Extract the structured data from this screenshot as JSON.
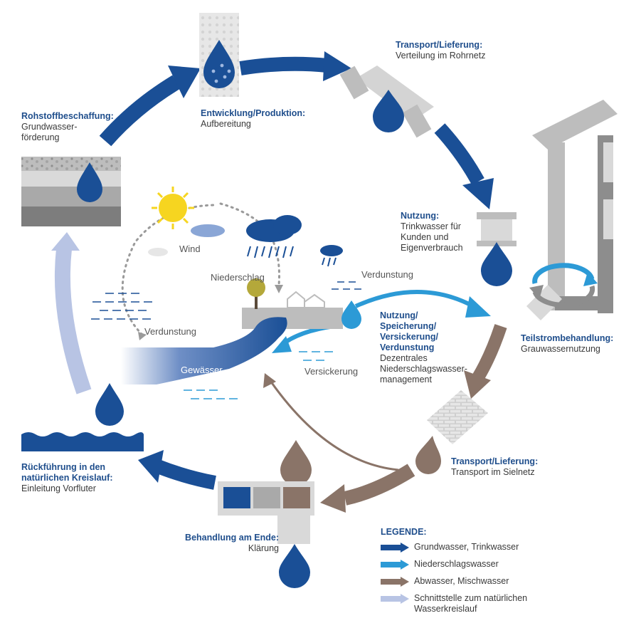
{
  "colors": {
    "groundwater": "#1a4f96",
    "precipitation": "#2c9ad6",
    "wastewater": "#8a7468",
    "interface": "#b8c4e4",
    "heading": "#1f4e8c"
  },
  "stations": {
    "rohstoff": {
      "heading": "Rohstoffbeschaffung:",
      "text": "Grundwasser-\nförderung"
    },
    "entwicklung": {
      "heading": "Entwicklung/Produktion:",
      "text": "Aufbereitung"
    },
    "transport_top": {
      "heading": "Transport/Lieferung:",
      "text": "Verteilung im Rohrnetz"
    },
    "nutzung": {
      "heading": "Nutzung:",
      "text": "Trinkwasser für\nKunden und\nEigenverbrauch"
    },
    "teilstrom": {
      "heading": "Teilstrombehandlung:",
      "text": "Grauwassernutzung"
    },
    "transport_bottom": {
      "heading": "Transport/Lieferung:",
      "text": "Transport im Sielnetz"
    },
    "behandlung": {
      "heading": "Behandlung am Ende:",
      "text": "Klärung"
    },
    "rueckfuehrung": {
      "heading": "Rückführung in den\nnatürlichen Kreislauf:",
      "text": "Einleitung Vorfluter"
    },
    "dezentral": {
      "heading": "Nutzung/\nSpeicherung/\nVersickerung/\nVerdunstung",
      "text": "Dezentrales\nNiederschlagswasser-\nmanagement"
    }
  },
  "cycle_labels": {
    "wind": "Wind",
    "niederschlag": "Niederschlag",
    "verdunstung_right": "Verdunstung",
    "verdunstung_left": "Verdunstung",
    "gewaesser": "Gewässer",
    "versickerung": "Versickerung"
  },
  "legend": {
    "title": "LEGENDE:",
    "items": [
      {
        "label": "Grundwasser, Trinkwasser",
        "color": "#1a4f96"
      },
      {
        "label": "Niederschlagswasser",
        "color": "#2c9ad6"
      },
      {
        "label": "Abwasser, Mischwasser",
        "color": "#8a7468"
      },
      {
        "label": "Schnittstelle zum natürlichen\nWasserkreislauf",
        "color": "#b8c4e4"
      }
    ]
  }
}
